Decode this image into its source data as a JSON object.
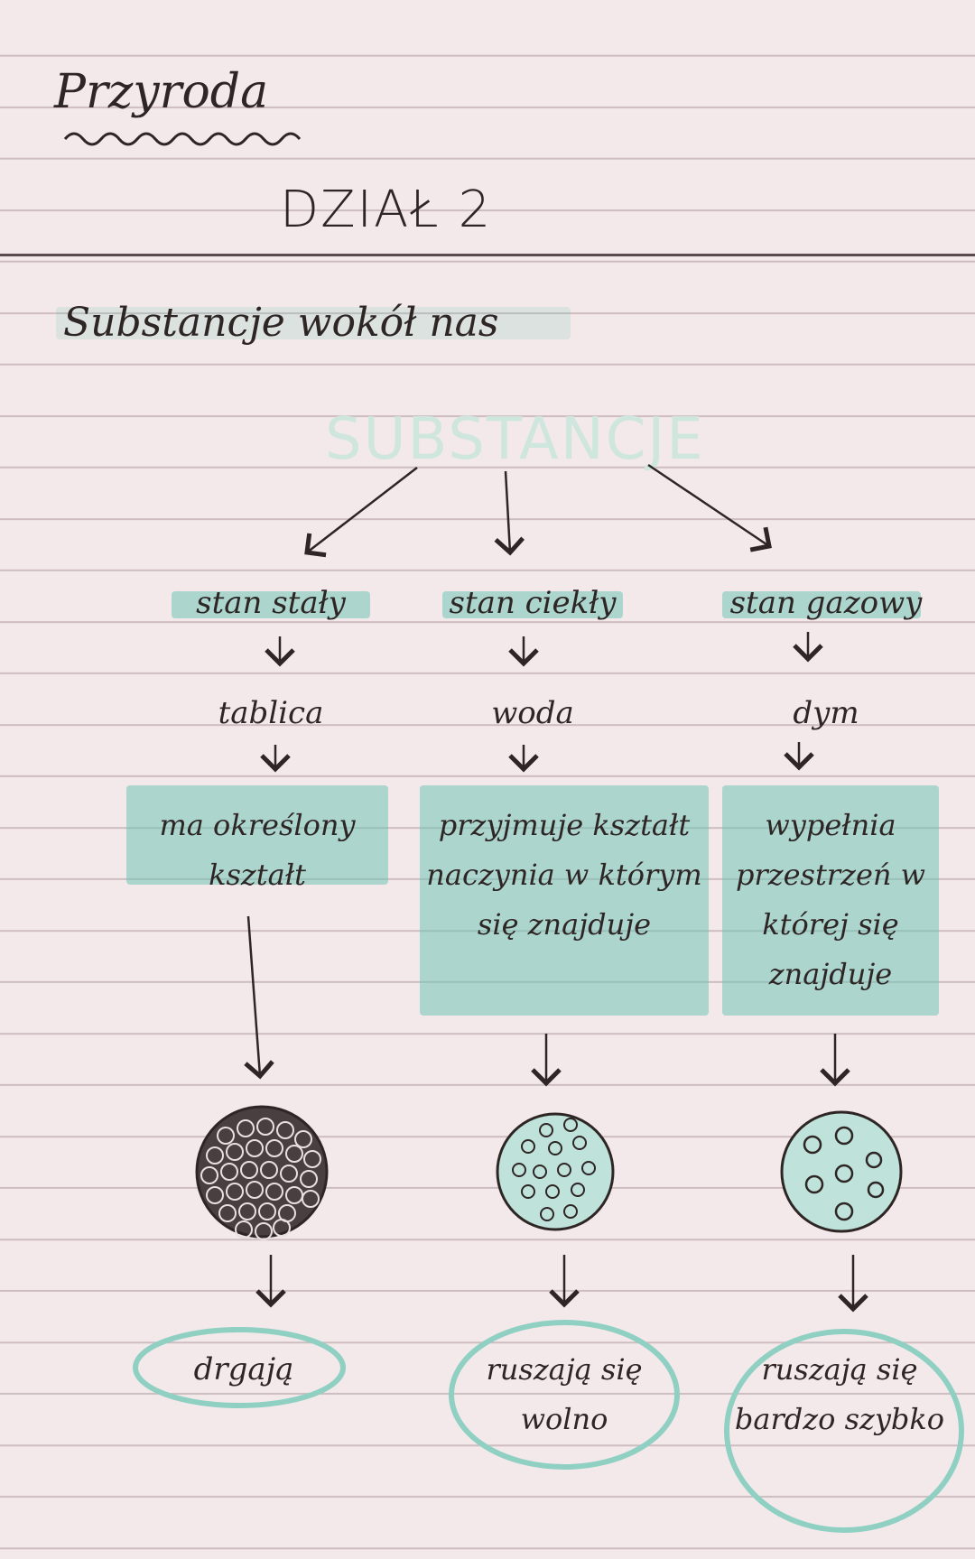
{
  "header": {
    "title": "Przyroda",
    "section": "DZIAŁ 2",
    "topic": "Substancje wokół nas"
  },
  "diagram": {
    "root": "SUBSTANCJE",
    "columns": [
      {
        "state": "stan stały",
        "example": "tablica",
        "property": "ma określony kształt",
        "motion": "drgają"
      },
      {
        "state": "stan ciekły",
        "example": "woda",
        "property": "przyjmuje kształt naczynia w którym się znajduje",
        "motion": "ruszają się wolno"
      },
      {
        "state": "stan gazowy",
        "example": "dym",
        "property": "wypełnia przestrzeń w której się znajduje",
        "motion": "ruszają się bardzo szybko"
      }
    ]
  },
  "colors": {
    "highlight": "#70c4b4",
    "ink": "#2e2525",
    "paper": "#f4e9ea",
    "ruling": "#cdbdc0"
  }
}
